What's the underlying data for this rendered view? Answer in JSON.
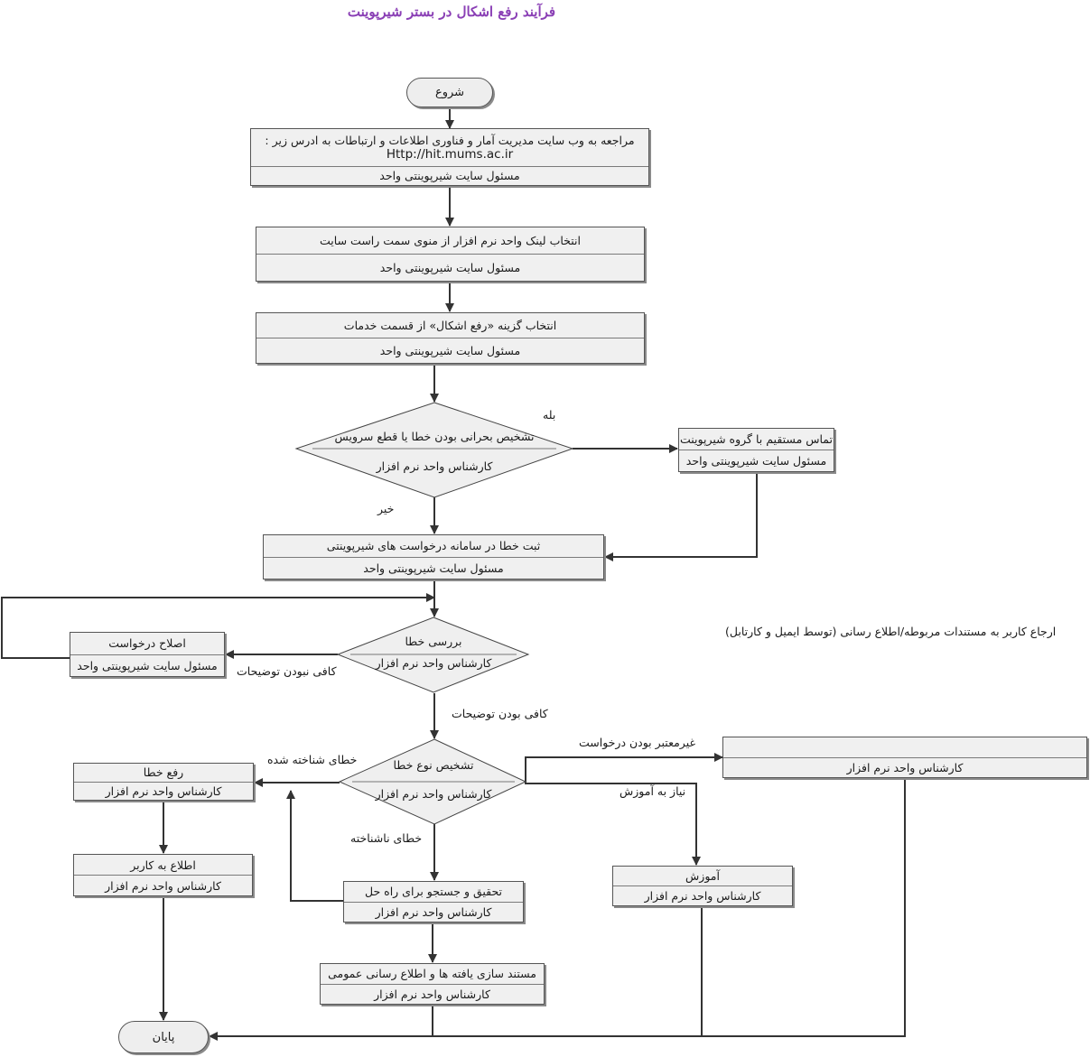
{
  "title": "فرآیند رفع اشکال در بستر شیرپوینت",
  "start": "شروع",
  "end": "پایان",
  "steps": {
    "visit_site": {
      "line1": "مراجعه به وب سایت مدیریت آمار و فناوری اطلاعات و ارتباطات به ادرس زیر :",
      "line2": "Http://hit.mums.ac.ir",
      "owner": "مسئول سایت شیرپوینتی واحد"
    },
    "select_link": {
      "text": "انتخاب لینک واحد نرم افزار از منوی سمت راست سایت",
      "owner": "مسئول سایت شیرپوینتی واحد"
    },
    "select_option": {
      "text": "انتخاب گزینه  «رفع اشکال» از قسمت خدمات",
      "owner": "مسئول سایت شیرپوینتی واحد"
    },
    "contact_group": {
      "text": "تماس مستقیم با گروه شیرپوینت",
      "owner": "مسئول سایت شیرپوینتی واحد"
    },
    "register_error": {
      "text": "ثبت خطا در سامانه درخواست های شیرپوینتی",
      "owner": "مسئول سایت شیرپوینتی واحد"
    },
    "fix_request": {
      "text": "اصلاح درخواست",
      "owner": "مسئول سایت شیرپوینتی واحد"
    },
    "invalid_box": {
      "text": "",
      "owner": "کارشناس واحد نرم افزار"
    },
    "fix_error": {
      "text": "رفع خطا",
      "owner": "کارشناس واحد نرم افزار"
    },
    "notify_user": {
      "text": "اطلاع به کاربر",
      "owner": "کارشناس واحد نرم افزار"
    },
    "research": {
      "text": "تحقیق و جستجو برای راه حل",
      "owner": "کارشناس واحد نرم افزار"
    },
    "training": {
      "text": "آموزش",
      "owner": "کارشناس واحد نرم افزار"
    },
    "document": {
      "text": "مستند سازی یافته ها و اطلاع رسانی عمومی",
      "owner": "کارشناس واحد نرم افزار"
    }
  },
  "decisions": {
    "critical": {
      "text": "تشخیص بحرانی بودن خطا یا قطع سرویس",
      "owner": "کارشناس واحد نرم افزار"
    },
    "review": {
      "text": "بررسی خطا",
      "owner": "کارشناس واحد نرم افزار"
    },
    "type": {
      "text": "تشخیص نوع خطا",
      "owner": "کارشناس واحد نرم افزار"
    }
  },
  "labels": {
    "yes": "بله",
    "no": "خیر",
    "insufficient": "کافی نبودن توضیحات",
    "sufficient": "کافی بودن توضیحات",
    "known": "خطای شناخته شده",
    "unknown": "خطای ناشناخته",
    "invalid": "غیرمعتبر بودن درخواست",
    "need_training": "نیاز به آموزش",
    "referral_note": "ارجاع کاربر به مستندات مربوطه/اطلاع رسانی (توسط ایمیل و کارتابل)"
  }
}
